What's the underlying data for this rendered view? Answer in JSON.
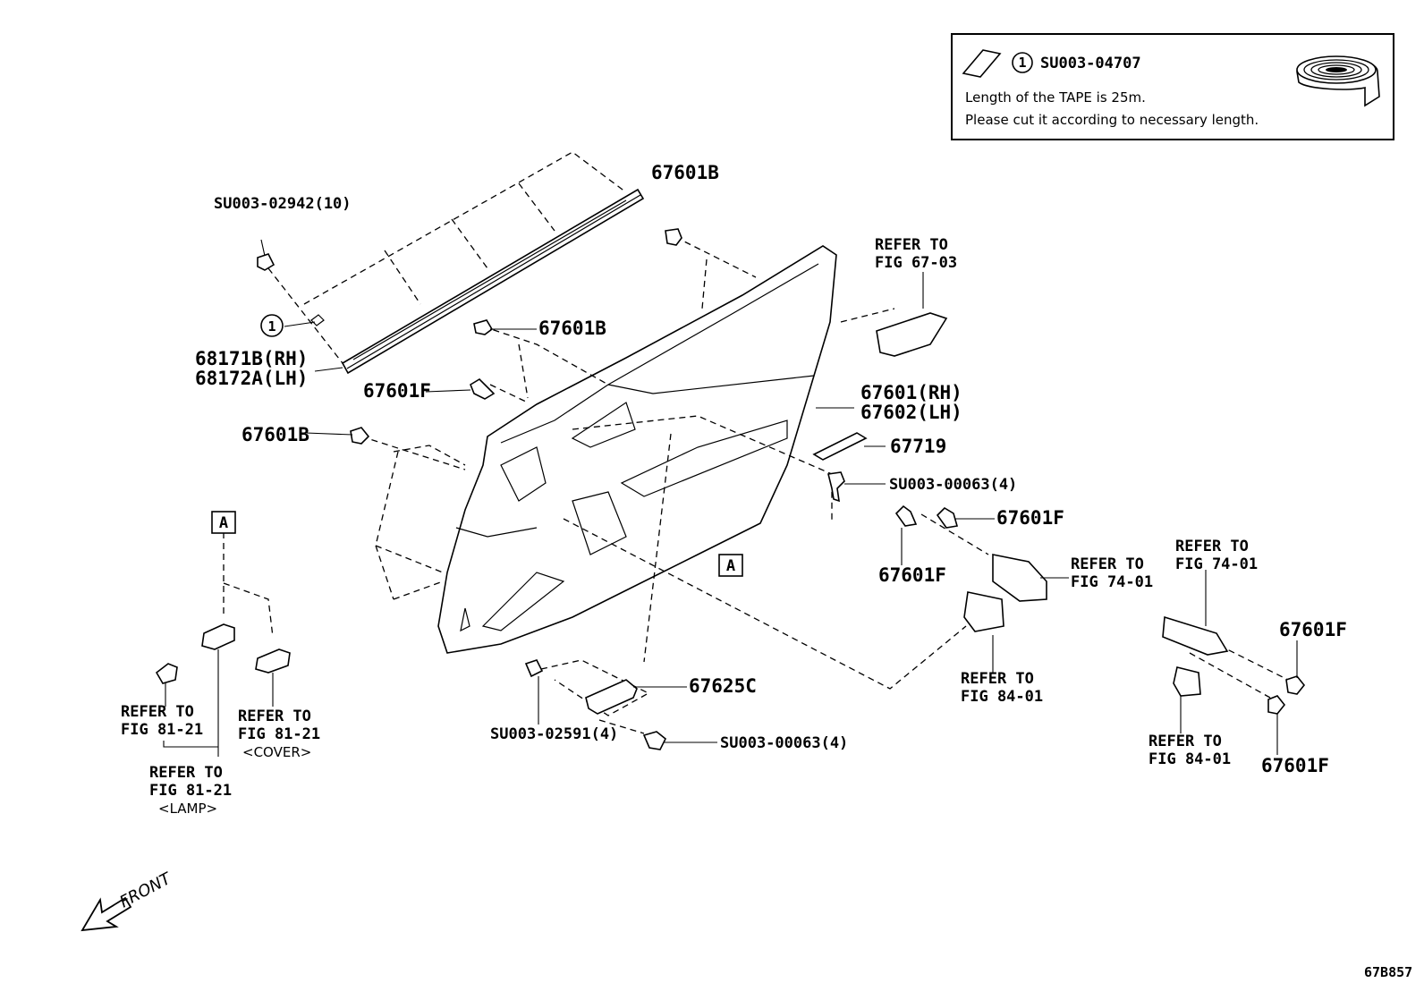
{
  "legend": {
    "callout_number": "1",
    "part_number": "SU003-04707",
    "line1": "Length of the TAPE is 25m.",
    "line2": "Please cut it according to necessary length."
  },
  "labels": {
    "p67601B_top": "67601B",
    "su003_02942": "SU003-02942(10)",
    "callout1": "1",
    "p68171B": "68171B(RH)",
    "p68172A": "68172A(LH)",
    "p67601B_mid": "67601B",
    "p67601F_left": "67601F",
    "p67601B_left": "67601B",
    "refer_6703_a": "REFER TO",
    "refer_6703_b": "FIG 67-03",
    "p67601": "67601(RH)",
    "p67602": "67602(LH)",
    "p67719": "67719",
    "su003_00063_a": "SU003-00063(4)",
    "p67601F_right": "67601F",
    "p67601F_below": "67601F",
    "refer_7401_a1": "REFER TO",
    "refer_7401_a2": "FIG 74-01",
    "refer_7401_b1": "REFER TO",
    "refer_7401_b2": "FIG 74-01",
    "p67601F_far1": "67601F",
    "p67601F_far2": "67601F",
    "refer_8401_a1": "REFER TO",
    "refer_8401_a2": "FIG 84-01",
    "refer_8401_b1": "REFER TO",
    "refer_8401_b2": "FIG 84-01",
    "boxA_left": "A",
    "boxA_mid": "A",
    "p67625C": "67625C",
    "su003_02591": "SU003-02591(4)",
    "su003_00063_b": "SU003-00063(4)",
    "refer_8121_a1": "REFER TO",
    "refer_8121_a2": "FIG 81-21",
    "refer_8121_b1": "REFER TO",
    "refer_8121_b2": "FIG 81-21",
    "cover": "<COVER>",
    "refer_8121_c1": "REFER TO",
    "refer_8121_c2": "FIG 81-21",
    "lamp": "<LAMP>",
    "front": "FRONT",
    "fig_code": "67B857"
  }
}
